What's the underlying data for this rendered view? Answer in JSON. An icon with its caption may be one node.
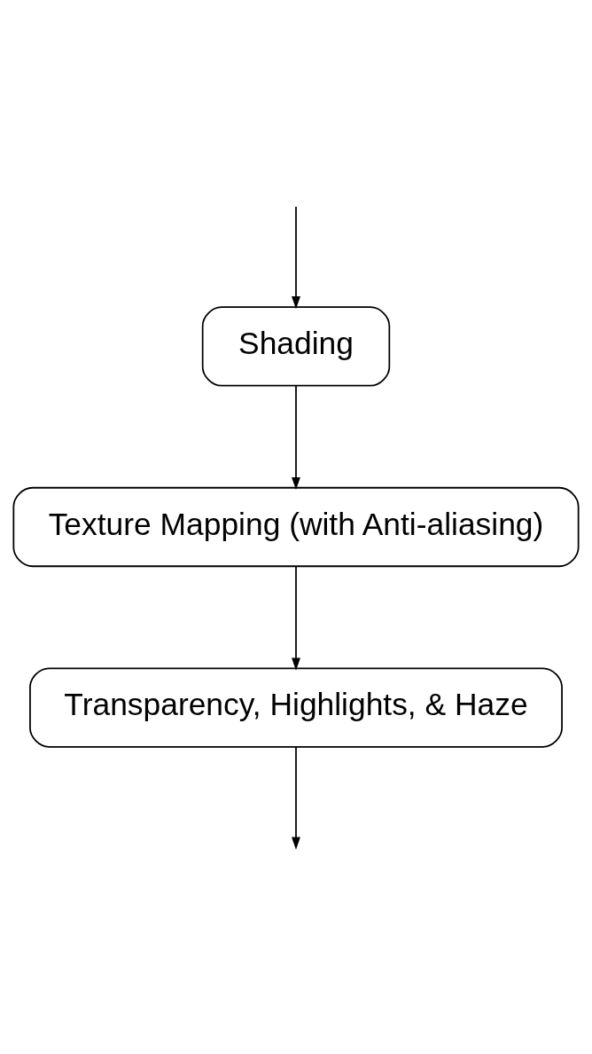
{
  "diagram": {
    "nodes": [
      {
        "text": [
          "Shading"
        ]
      },
      {
        "text": [
          "Texture Mapping (with Anti-aliasing)"
        ]
      },
      {
        "text": [
          "Transparency, Highlights, & Haze"
        ]
      }
    ],
    "edges": [
      {
        "from": null,
        "to": 0,
        "arrow": "to"
      },
      {
        "from": 0,
        "to": 1,
        "arrow": "to"
      },
      {
        "from": 1,
        "to": 2,
        "arrow": "to"
      },
      {
        "from": 2,
        "to": null,
        "arrow": "to"
      }
    ]
  }
}
